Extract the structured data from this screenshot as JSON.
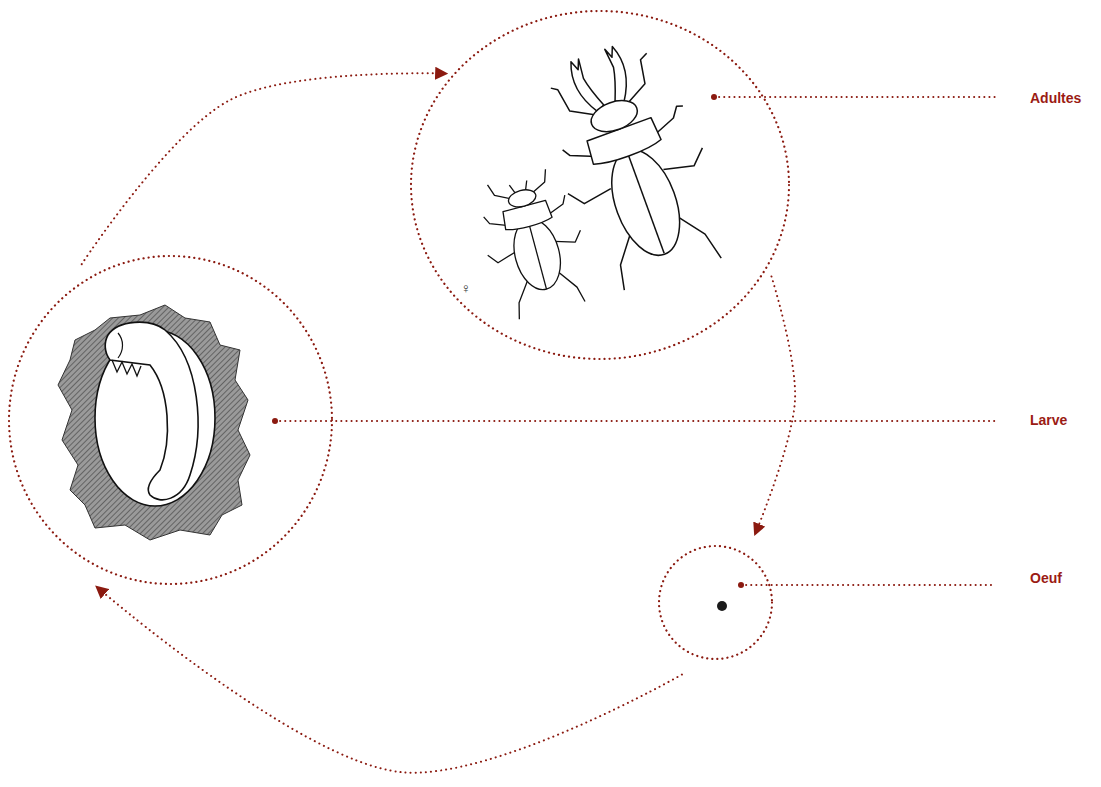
{
  "diagram": {
    "nodes": [
      {
        "text": [
          "Adultes"
        ]
      },
      {
        "text": [
          "Larve"
        ]
      },
      {
        "text": [
          "Oeuf"
        ]
      }
    ],
    "edges": [
      {
        "from": 1,
        "to": 0,
        "arrow": "to"
      },
      {
        "from": 0,
        "to": 2,
        "arrow": "to"
      },
      {
        "from": 2,
        "to": 1,
        "arrow": "to"
      }
    ],
    "labels": [
      "♀"
    ]
  }
}
